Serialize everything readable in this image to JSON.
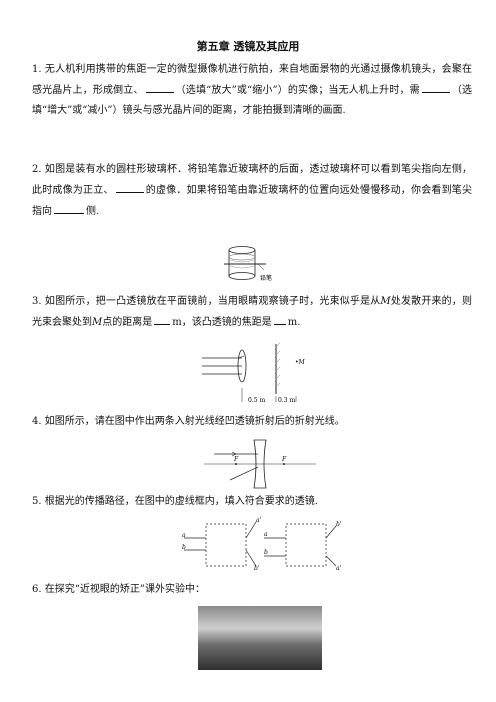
{
  "title": "第五章  透镜及其应用",
  "q1": {
    "num": "1.",
    "t1": "无人机利用携带的焦距一定的微型摄像机进行航拍，来自地面景物的光通过摄像机镜头，会聚在感光晶片上，形成倒立、",
    "t2": "（选填“放大”或“缩小”）的实像；当无人机上升时，需",
    "t3": "（选填“增大”或“减小”）镜头与感光晶片间的距离，才能拍摄到清晰的画面."
  },
  "q2": {
    "num": "2.",
    "t1": "如图是装有水的圆柱形玻璃杯．将铅笔靠近玻璃杯的后面，透过玻璃杯可以看到笔尖指向左侧，此时成像为正立、",
    "t2": "的虚像．如果将铅笔由靠近玻璃杯的位置向远处慢慢移动，你会看到笔尖指向",
    "t3": "侧.",
    "fig_label": "铅笔"
  },
  "q3": {
    "num": "3.",
    "t1": "如图所示，把一凸透镜放在平面镜前，当用眼睛观察镜子时，光束似乎是从",
    "m": "M",
    "t2": "处发散开来的，则光束会聚处到",
    "m2": "M",
    "t3": "点的距离是",
    "t4": "m，该凸透镜的焦距是",
    "t5": "m.",
    "fig_m": "•M",
    "fig_d1": "0.5 m",
    "fig_d2": "0.3 m"
  },
  "q4": {
    "num": "4.",
    "t1": "如图所示，请在图中作出两条入射光线经凹透镜折射后的折射光线。",
    "fig_f1": "F",
    "fig_f2": "F"
  },
  "q5": {
    "num": "5.",
    "t1": "根据光的传播路径，在图中的虚线框内，填入符合要求的透镜.",
    "a": "a",
    "b": "b",
    "a2": "a'",
    "b2": "b'",
    "a3": "a",
    "b3": "b",
    "b4": "b'",
    "a4": "a'"
  },
  "q6": {
    "num": "6.",
    "t1": "在探究“近视眼的矫正”课外实验中："
  }
}
